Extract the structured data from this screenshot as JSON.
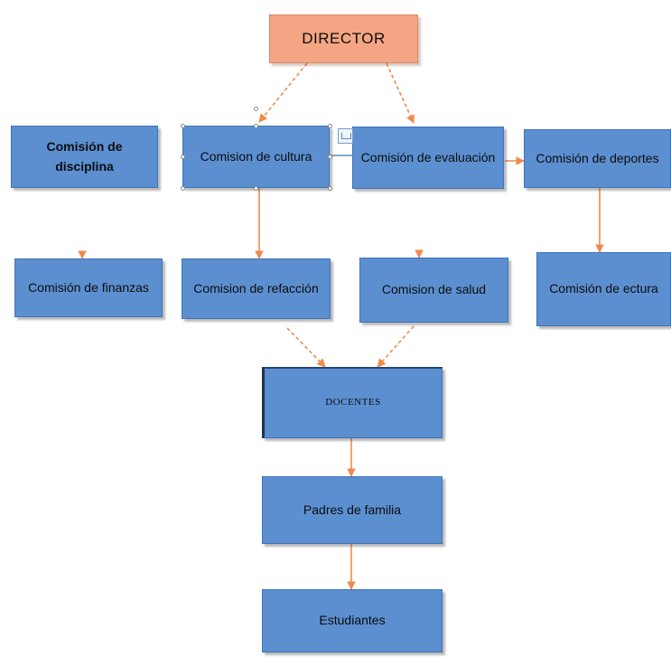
{
  "nodes": {
    "director": "DIRECTOR",
    "comision_disciplina": "Comisión de disciplina",
    "comision_cultura": "Comision de cultura",
    "comision_evaluacion": "Comisión de evaluación",
    "comision_deportes": "Comisión de deportes",
    "comision_finanzas": "Comisión de finanzas",
    "comision_refaccion": "Comision de refacción",
    "comision_salud": "Comision de salud",
    "comision_lectura": "Comisión de ectura",
    "docentes": "DOCENTES",
    "padres_familia": "Padres de familia",
    "estudiantes": "Estudiantes"
  },
  "colors": {
    "box_fill": "#5b8fd0",
    "director_fill": "#f4a583",
    "connector": "#f08a4b"
  }
}
